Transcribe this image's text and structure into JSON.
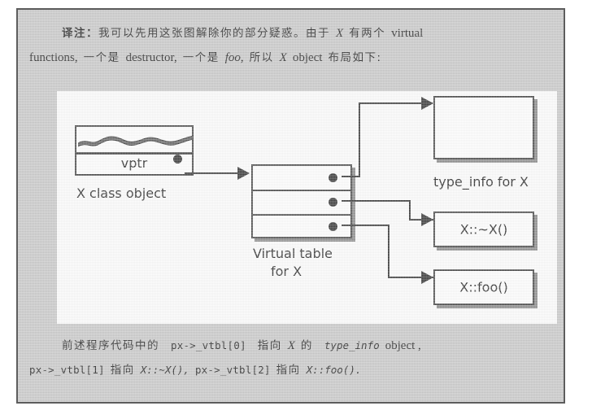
{
  "page": {
    "background_color": "#ffffff",
    "panel_color": "#c9c9c9",
    "panel_border_color": "#5d5d5d",
    "canvas_color": "#fbfbfb",
    "ink_color": "#3a3a3a"
  },
  "note_top": {
    "marker": "译注：",
    "line1_a": "我可以先用这张图解除你的部分疑惑。由于",
    "line1_x": "X",
    "line1_b": "有两个",
    "line1_virtual": "virtual",
    "line2_functions": "functions,",
    "line2_a": "一个是",
    "line2_destructor": "destructor,",
    "line2_b": "一个是",
    "line2_foo": "foo,",
    "line2_c": "所以",
    "line2_x": "X",
    "line2_object": "object",
    "line2_d": "布局如下:"
  },
  "note_bottom": {
    "line1_a": "前述程序代码中的",
    "line1_code": "px->_vtbl[0]",
    "line1_b": "指向",
    "line1_x": "X",
    "line1_c": "的",
    "line1_typeinfo": "type_info",
    "line1_object": "object ,",
    "line2_code1": "px->_vtbl[1]",
    "line2_a": "指向",
    "line2_sym1": "X::~X(),",
    "line2_code2": "px->_vtbl[2]",
    "line2_b": "指向",
    "line2_sym2": "X::foo()."
  },
  "diagram": {
    "x_object": {
      "vptr_label": "vptr",
      "caption": "X class object",
      "squiggle_name": "wavy-data-members-icon"
    },
    "vtable": {
      "caption_line1": "Virtual table",
      "caption_line2": "for X",
      "slots": [
        {
          "index": 0,
          "target": "type_info for X"
        },
        {
          "index": 1,
          "target": "X::~X()"
        },
        {
          "index": 2,
          "target": "X::foo()"
        }
      ]
    },
    "targets": [
      {
        "id": "type-info",
        "box_text": "",
        "caption": "type_info for X"
      },
      {
        "id": "dtor",
        "box_text": "X::~X()",
        "caption": ""
      },
      {
        "id": "foo",
        "box_text": "X::foo()",
        "caption": ""
      }
    ]
  }
}
